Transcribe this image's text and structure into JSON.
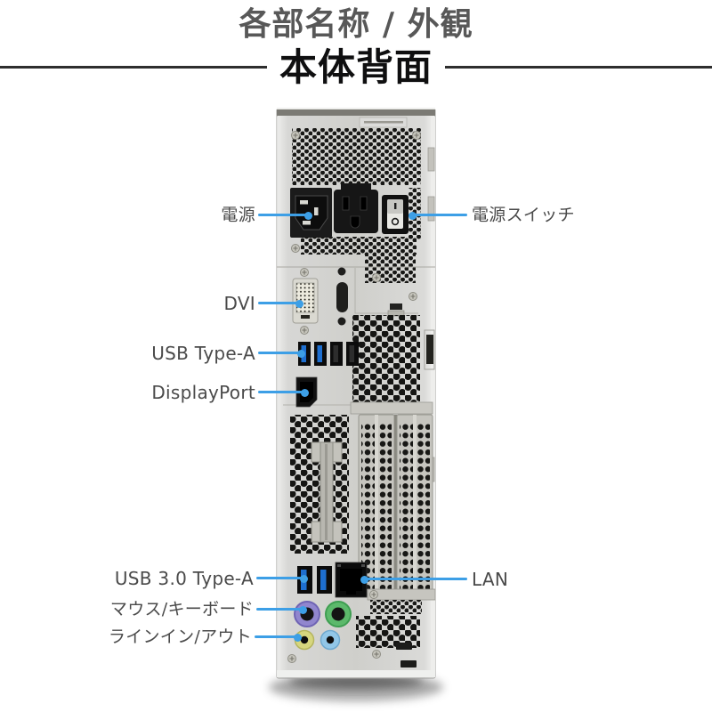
{
  "header": {
    "title": "各部名称 / 外観",
    "subtitle": "本体背面"
  },
  "labels": {
    "power": "電源",
    "power_switch": "電源スイッチ",
    "dvi": "DVI",
    "usb_type_a": "USB Type-A",
    "displayport": "DisplayPort",
    "usb30_type_a": "USB 3.0 Type-A",
    "lan": "LAN",
    "mouse_keyboard": "マウス/キーボード",
    "line_in_out": "ラインイン/アウト"
  },
  "colors": {
    "accent_blue": "#3d9fe6",
    "label_text": "#4a4a4a",
    "title_gray": "#585858",
    "subtitle_black": "#0f0f10",
    "rule_color": "#2e2e2e",
    "case_gray": "#d3d3d1",
    "port_black": "#111111",
    "usb3_blue": "#1e6fd0",
    "ps2_mouse_purple": "#9186ce",
    "ps2_keyboard_green": "#5cb96b",
    "line_out_yellow": "#d6d67e",
    "line_in_blue": "#92c7e8"
  }
}
